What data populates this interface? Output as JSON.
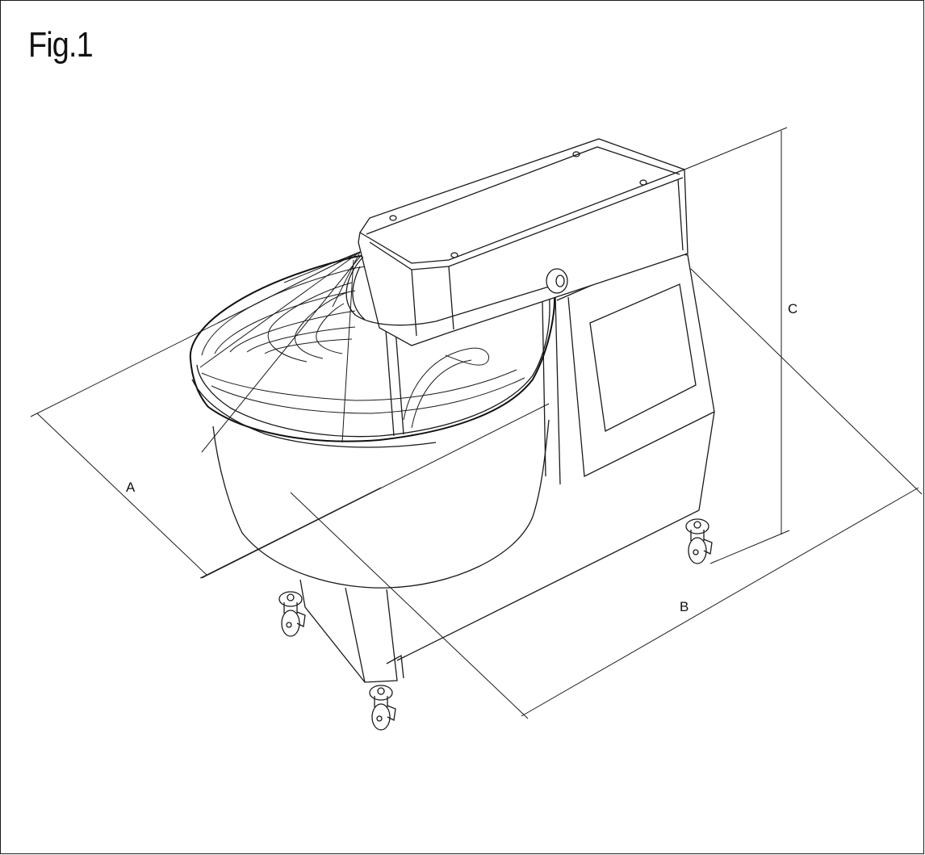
{
  "figure": {
    "title": "Fig.1",
    "dimensions": {
      "a": "A",
      "b": "B",
      "c": "C"
    }
  },
  "icons": {
    "machine": "spiral-mixer-drawing",
    "caster": "caster-wheel-icon"
  }
}
